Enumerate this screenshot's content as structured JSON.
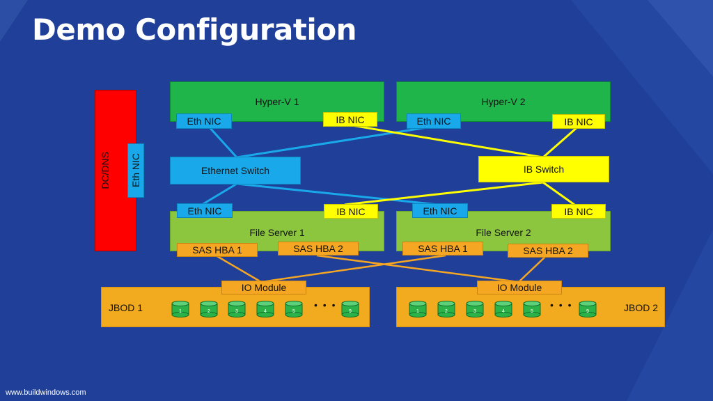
{
  "title": "Demo Configuration",
  "footer": "www.buildwindows.com",
  "colors": {
    "background": "#1f3f99",
    "hyperv": "#1fb54a",
    "file_server": "#8cc63f",
    "jbod": "#f2ab1f",
    "dc": "#ff0000",
    "eth": "#19a9ea",
    "ib": "#ffff00",
    "sas": "#f5a623",
    "disk": "#2bb34a"
  },
  "hyperv1": {
    "label": "Hyper-V 1",
    "eth": "Eth NIC",
    "ib": "IB NIC"
  },
  "hyperv2": {
    "label": "Hyper-V 2",
    "eth": "Eth NIC",
    "ib": "IB NIC"
  },
  "dc": {
    "label": "DC/DNS",
    "eth": "Eth NIC"
  },
  "ethernet_switch": "Ethernet Switch",
  "ib_switch": "IB Switch",
  "fileserver1": {
    "label": "File Server 1",
    "eth": "Eth NIC",
    "ib": "IB NIC",
    "sas1": "SAS HBA 1",
    "sas2": "SAS HBA 2"
  },
  "fileserver2": {
    "label": "File Server 2",
    "eth": "Eth NIC",
    "ib": "IB NIC",
    "sas1": "SAS HBA 1",
    "sas2": "SAS HBA 2"
  },
  "jbod1": {
    "label": "JBOD 1",
    "io": "IO Module",
    "disks": [
      "1",
      "2",
      "3",
      "4",
      "5",
      "9"
    ],
    "ellipsis": "• • •"
  },
  "jbod2": {
    "label": "JBOD 2",
    "io": "IO Module",
    "disks": [
      "1",
      "2",
      "3",
      "4",
      "5",
      "9"
    ],
    "ellipsis": "• • •"
  }
}
